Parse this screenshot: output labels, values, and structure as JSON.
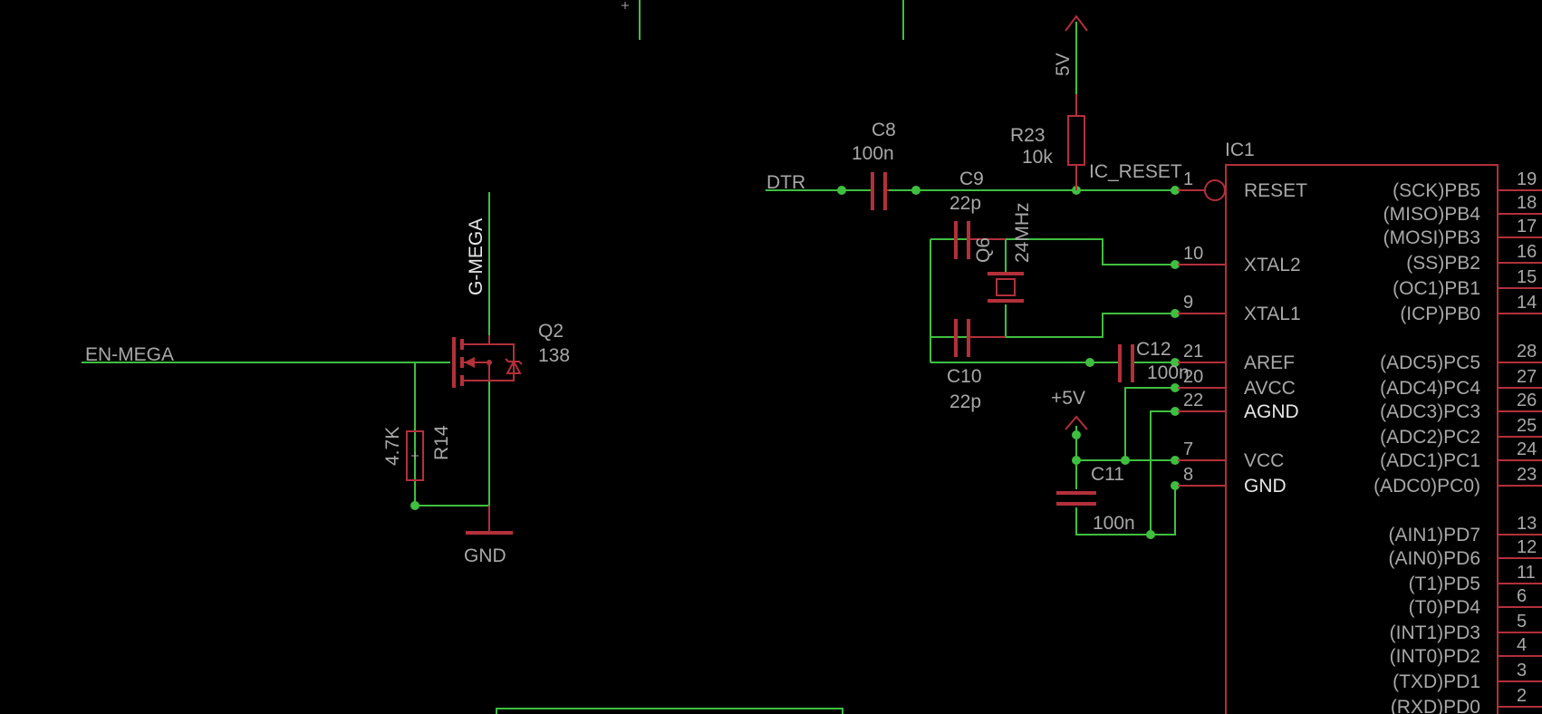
{
  "nets": {
    "dtr": "DTR",
    "en_mega": "EN-MEGA",
    "g_mega": "G-MEGA",
    "ic_reset": "IC_RESET",
    "gnd": "GND",
    "v5": "5V",
    "plus5v": "+5V"
  },
  "parts": {
    "c8": {
      "name": "C8",
      "value": "100n"
    },
    "c9": {
      "name": "C9",
      "value": "22p"
    },
    "c10": {
      "name": "C10",
      "value": "22p"
    },
    "c11": {
      "name": "C11",
      "value": "100n"
    },
    "c12": {
      "name": "C12",
      "value": "100n"
    },
    "r23": {
      "name": "R23",
      "value": "10k"
    },
    "r14": {
      "name": "R14",
      "value": "4.7K"
    },
    "q2": {
      "name": "Q2",
      "value": "138"
    },
    "q6": {
      "name": "Q6",
      "value": "24MHz"
    },
    "ic1": {
      "name": "IC1"
    }
  },
  "ic1_left_pins": [
    {
      "num": "1",
      "name": "RESET"
    },
    {
      "num": "10",
      "name": "XTAL2"
    },
    {
      "num": "9",
      "name": "XTAL1"
    },
    {
      "num": "21",
      "name": "AREF"
    },
    {
      "num": "20",
      "name": "AVCC"
    },
    {
      "num": "22",
      "name": "AGND"
    },
    {
      "num": "7",
      "name": "VCC"
    },
    {
      "num": "8",
      "name": "GND"
    }
  ],
  "ic1_right_pins": [
    {
      "num": "19",
      "name": "(SCK)PB5"
    },
    {
      "num": "18",
      "name": "(MISO)PB4"
    },
    {
      "num": "17",
      "name": "(MOSI)PB3"
    },
    {
      "num": "16",
      "name": "(SS)PB2"
    },
    {
      "num": "15",
      "name": "(OC1)PB1"
    },
    {
      "num": "14",
      "name": "(ICP)PB0"
    },
    {
      "num": "28",
      "name": "(ADC5)PC5"
    },
    {
      "num": "27",
      "name": "(ADC4)PC4"
    },
    {
      "num": "26",
      "name": "(ADC3)PC3"
    },
    {
      "num": "25",
      "name": "(ADC2)PC2"
    },
    {
      "num": "24",
      "name": "(ADC1)PC1"
    },
    {
      "num": "23",
      "name": "(ADC0)PC0)"
    },
    {
      "num": "13",
      "name": "(AIN1)PD7"
    },
    {
      "num": "12",
      "name": "(AIN0)PD6"
    },
    {
      "num": "11",
      "name": "(T1)PD5"
    },
    {
      "num": "6",
      "name": "(T0)PD4"
    },
    {
      "num": "5",
      "name": "(INT1)PD3"
    },
    {
      "num": "4",
      "name": "(INT0)PD2"
    },
    {
      "num": "3",
      "name": "(TXD)PD1"
    },
    {
      "num": "2",
      "name": "(RXD)PD0"
    }
  ],
  "colors": {
    "background": "#000000",
    "wire": "#3fbf3f",
    "part": "#b3303a",
    "label": "#a8a8a8"
  }
}
